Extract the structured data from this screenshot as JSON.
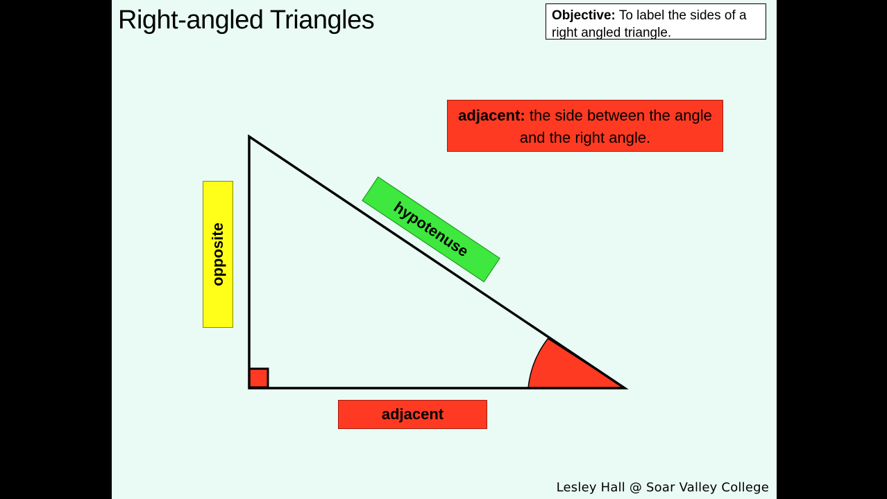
{
  "slide": {
    "title": "Right-angled Triangles",
    "objective": {
      "label": "Objective:",
      "text": "To label the sides of a right angled triangle."
    },
    "definition": {
      "term": "adjacent:",
      "text": "the side between the angle and the right angle."
    },
    "labels": {
      "opposite": "opposite",
      "hypotenuse": "hypotenuse",
      "adjacent": "adjacent"
    },
    "credit": "Lesley Hall @ Soar Valley College"
  },
  "colors": {
    "slide_background": "#e9fbf4",
    "adjacent_fill": "#ff3a22",
    "opposite_fill": "#ffff1a",
    "hypotenuse_fill": "#3ee83e",
    "angle_marker": "#ff3a22"
  }
}
